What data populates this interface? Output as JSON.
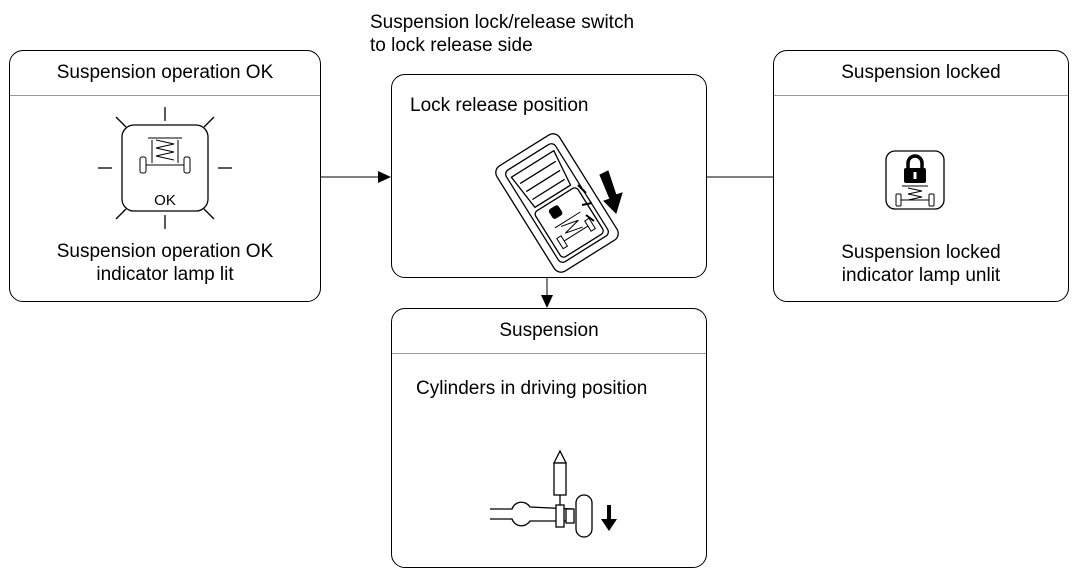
{
  "top_caption": {
    "line1": "Suspension lock/release switch",
    "line2": "to lock release side"
  },
  "box_ok": {
    "title": "Suspension operation OK",
    "lamp_text": "OK",
    "caption_line1": "Suspension operation OK",
    "caption_line2": "indicator lamp lit"
  },
  "box_release": {
    "title": "Lock release position"
  },
  "box_locked": {
    "title": "Suspension locked",
    "caption_line1": "Suspension locked",
    "caption_line2": "indicator lamp unlit"
  },
  "box_suspension": {
    "title": "Suspension",
    "subtitle": "Cylinders in driving position"
  }
}
